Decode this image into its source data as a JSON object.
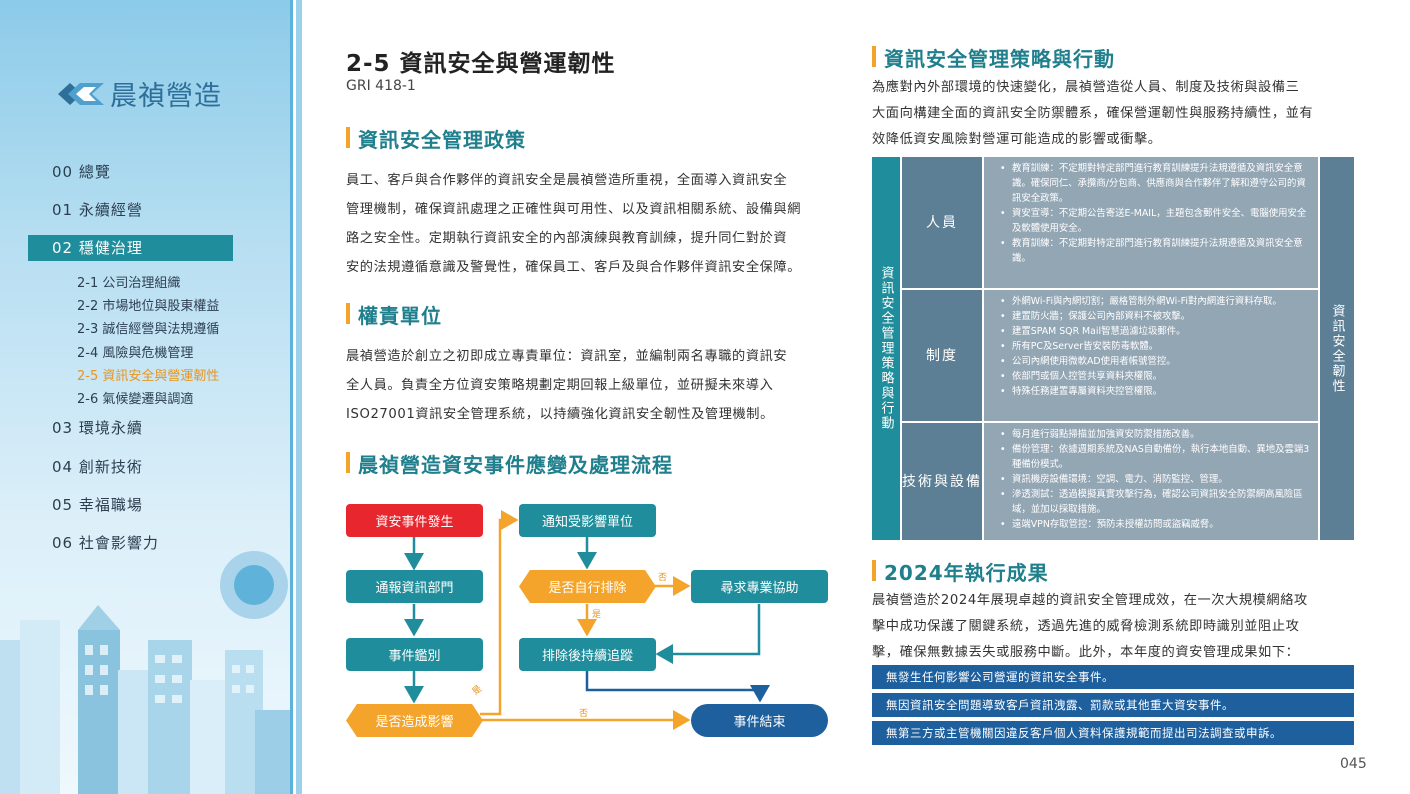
{
  "sidebar": {
    "logo_text": "晨禎營造",
    "nav": [
      {
        "label": "00 總覽"
      },
      {
        "label": "01 永續經營"
      },
      {
        "label": "02 穩健治理"
      },
      {
        "label": "03 環境永續"
      },
      {
        "label": "04 創新技術"
      },
      {
        "label": "05 幸福職場"
      },
      {
        "label": "06 社會影響力"
      }
    ],
    "sub": [
      {
        "label": "2-1 公司治理組織"
      },
      {
        "label": "2-2 市場地位與股東權益"
      },
      {
        "label": "2-3 誠信經營與法規遵循"
      },
      {
        "label": "2-4 風險與危機管理"
      },
      {
        "label": "2-5 資訊安全與營運韌性"
      },
      {
        "label": "2-6 氣候變遷與調適"
      }
    ]
  },
  "page": {
    "title": "2-5 資訊安全與營運韌性",
    "gri": "GRI 418-1",
    "page_number": "045"
  },
  "policy": {
    "title": "資訊安全管理政策",
    "lines": [
      "員工、客戶與合作夥伴的資訊安全是晨禎營造所重視，全面導入資訊安全",
      "管理機制，確保資訊處理之正確性與可用性、以及資訊相關系統、設備與網",
      "路之安全性。定期執行資訊安全的內部演練與教育訓練，提升同仁對於資",
      "安的法規遵循意識及警覺性，確保員工、客戶及與合作夥伴資訊安全保障。"
    ]
  },
  "unit": {
    "title": "權責單位",
    "lines": [
      "晨禎營造於創立之初即成立專責單位：資訊室，並編制兩名專職的資訊安",
      "全人員。負責全方位資安策略規劃定期回報上級單位，並研擬未來導入",
      "ISO27001資訊安全管理系統，以持續強化資訊安全韌性及管理機制。"
    ]
  },
  "flow": {
    "title": "晨禎營造資安事件應變及處理流程",
    "nodes": {
      "start": "資安事件發生",
      "report": "通報資訊部門",
      "identify": "事件鑑別",
      "impact": "是否造成影響",
      "notify": "通知受影響單位",
      "self": "是否自行排除",
      "help": "尋求專業協助",
      "track": "排除後持續追蹤",
      "end": "事件結束"
    },
    "labels": {
      "no1": "否",
      "yes1": "是",
      "yes2": "是",
      "no2": "否"
    }
  },
  "strategy": {
    "title": "資訊安全管理策略與行動",
    "lines": [
      "為應對內外部環境的快速變化，晨禎營造從人員、制度及技術與設備三",
      "大面向構建全面的資訊安全防禦體系，確保營運韌性與服務持續性，並有",
      "效降低資安風險對營運可能造成的影響或衝擊。"
    ],
    "left_label": "資訊安全管理策略與行動",
    "right_label": "資訊安全韌性",
    "rows": [
      {
        "category": "人員",
        "items": [
          "教育訓練：不定期對特定部門進行教育訓練提升法規遵循及資訊安全意識。確保同仁、承攬商/分包商、供應商與合作夥伴了解和遵守公司的資訊安全政策。",
          "資安宣導：不定期公告寄送E-MAIL，主題包含郵件安全、電腦使用安全及軟體使用安全。",
          "教育訓練：不定期對特定部門進行教育訓練提升法規遵循及資訊安全意識。"
        ]
      },
      {
        "category": "制度",
        "items": [
          "外網Wi-Fi與內網切割；嚴格管制外網Wi-Fi對內網進行資料存取。",
          "建置防火牆；保護公司內部資料不被攻擊。",
          "建置SPAM SQR Mail智慧過濾垃圾郵件。",
          "所有PC及Server皆安裝防毒軟體。",
          "公司內網使用微軟AD使用者帳號管控。",
          "依部門或個人控管共享資料夾權限。",
          "特殊任務建置專屬資料夾控管權限。"
        ]
      },
      {
        "category": "技術與設備",
        "category_lines": [
          "技術",
          "與設備"
        ],
        "items": [
          "每月進行弱點掃描並加強資安防禦措施改善。",
          "備份管理：依據週期系統及NAS自動備份，執行本地自動、異地及雲端3種備份模式。",
          "資訊機房設備環境：空調、電力、消防監控、管理。",
          "滲透測試：透過模擬真實攻擊行為，確認公司資訊安全防禦網高風險區域，並加以採取措施。",
          "遠端VPN存取管控：預防未授權訪問或盜竊威脅。"
        ]
      }
    ]
  },
  "results": {
    "title": "2024年執行成果",
    "lines": [
      "晨禎營造於2024年展現卓越的資訊安全管理成效，在一次大規模網絡攻",
      "擊中成功保護了關鍵系統，透過先進的威脅檢測系統即時識別並阻止攻",
      "擊，確保無數據丟失或服務中斷。此外，本年度的資安管理成果如下："
    ],
    "bars": [
      "無發生任何影響公司營運的資訊安全事件。",
      "無因資訊安全問題導致客戶資訊洩露、罰款或其他重大資安事件。",
      "無第三方或主管機關因違反客戶個人資料保護規範而提出司法調查或申訴。"
    ]
  },
  "colors": {
    "teal": "#1f8d9b",
    "orange": "#f4a42a",
    "red": "#e8262e",
    "navy": "#1e5f9e",
    "slate": "#5c7f95",
    "gray": "#93a6b4"
  }
}
